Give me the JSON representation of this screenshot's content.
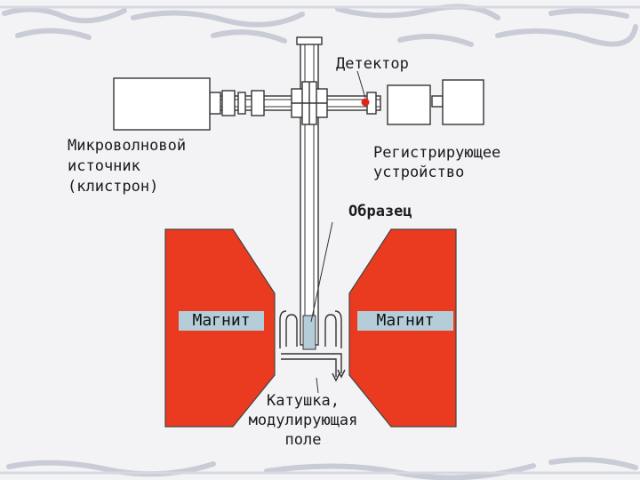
{
  "labels": {
    "detector": "Детектор",
    "source_line1": "Микроволновой",
    "source_line2": "источник",
    "source_line3": "(клистрон)",
    "recorder_line1": "Регистрирующее",
    "recorder_line2": "устройство",
    "sample": "Образец",
    "magnet_left": "Магнит",
    "magnet_right": "Магнит",
    "coil_line1": "Катушка,",
    "coil_line2": "модулирующая",
    "coil_line3": "поле"
  },
  "colors": {
    "magnet": "#ea3b20",
    "label_plate": "#b4cdd8",
    "detector_dot": "#e0241a",
    "background": "#f3f3f5",
    "stroke": "#333333"
  }
}
